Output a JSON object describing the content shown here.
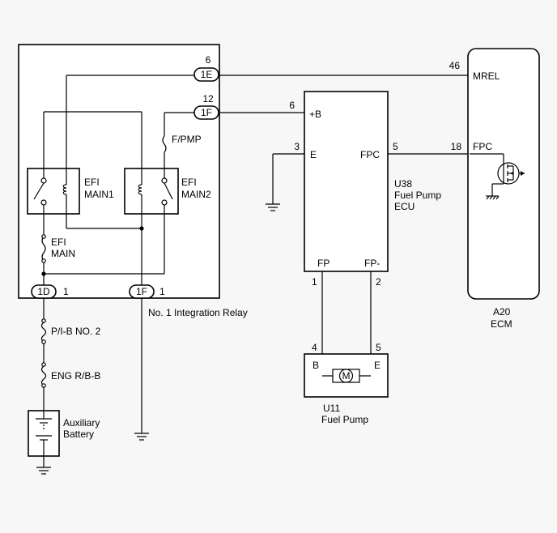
{
  "components": {
    "relay_box": {
      "label": "No. 1 Integration Relay"
    },
    "efi_main1": {
      "label_l1": "EFI",
      "label_l2": "MAIN1"
    },
    "efi_main2": {
      "label_l1": "EFI",
      "label_l2": "MAIN2"
    },
    "efi_main_fuse": {
      "label_l1": "EFI",
      "label_l2": "MAIN"
    },
    "fpmp_fuse": {
      "label": "F/PMP"
    },
    "pib_fuse": {
      "label": "P/I-B NO. 2"
    },
    "engrb_fuse": {
      "label": "ENG R/B-B"
    },
    "battery": {
      "label_l1": "Auxiliary",
      "label_l2": "Battery"
    },
    "fuel_pump_ecu": {
      "id": "U38",
      "label_l1": "Fuel Pump",
      "label_l2": "ECU"
    },
    "ecm": {
      "id": "A20",
      "label": "ECM"
    },
    "fuel_pump": {
      "id": "U11",
      "label": "Fuel Pump",
      "motor": "M"
    }
  },
  "connectors": {
    "c1e": {
      "name": "1E",
      "pin": "6"
    },
    "c1f_top": {
      "name": "1F",
      "pin": "12"
    },
    "c1d": {
      "name": "1D",
      "pin": "1"
    },
    "c1f_bot": {
      "name": "1F",
      "pin": "1"
    }
  },
  "pins": {
    "ecu_b_pin": "6",
    "ecu_b_name": "+B",
    "ecu_e_pin": "3",
    "ecu_e_name": "E",
    "ecu_fpc_pin": "5",
    "ecu_fpc_name": "FPC",
    "ecu_fp_pin": "1",
    "ecu_fp_name": "FP",
    "ecu_fpm_pin": "2",
    "ecu_fpm_name": "FP-",
    "ecm_mrel_pin": "46",
    "ecm_mrel_name": "MREL",
    "ecm_fpc_pin": "18",
    "ecm_fpc_name": "FPC",
    "pump_b_pin": "4",
    "pump_b_name": "B",
    "pump_e_pin": "5",
    "pump_e_name": "E"
  }
}
